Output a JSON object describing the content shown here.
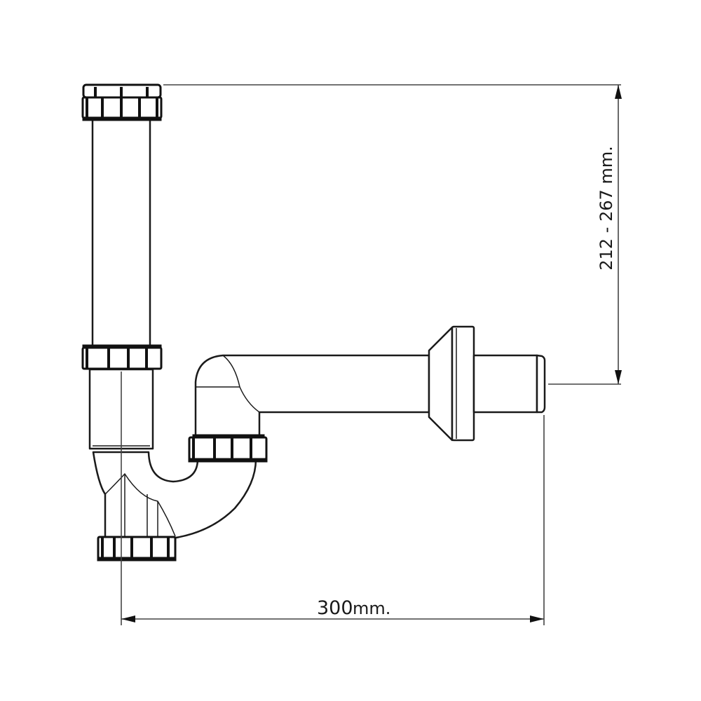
{
  "dimensions": {
    "width_label": "300",
    "width_unit": "mm.",
    "height_label": "212 - 267 mm."
  },
  "colors": {
    "line": "#1a1a1a",
    "background": "#ffffff"
  }
}
